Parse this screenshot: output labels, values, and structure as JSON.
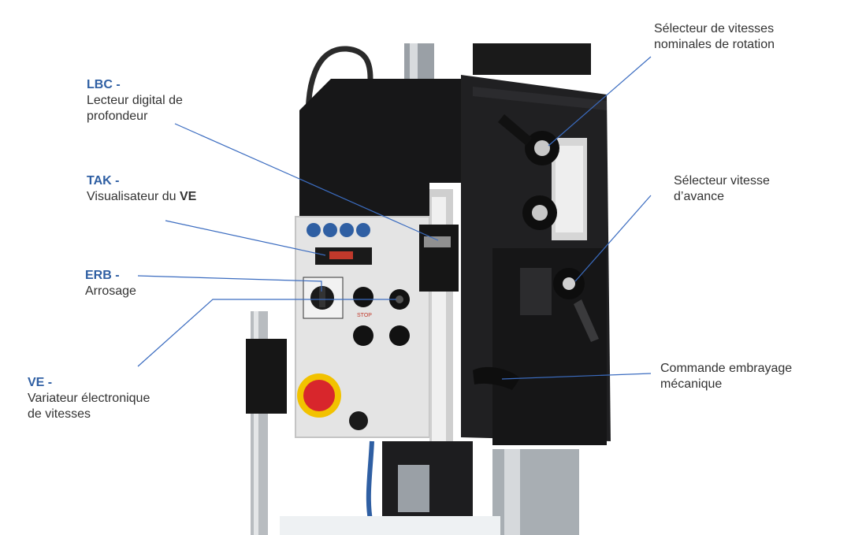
{
  "colors": {
    "code_blue": "#2f5fa3",
    "leader_blue": "#3b6cc0",
    "text": "#333333",
    "machine_dark": "#1d1d1f",
    "panel_grey": "#e6e6e6",
    "estop_red": "#d8262c",
    "estop_yellow": "#f2c200"
  },
  "callouts": {
    "lbc": {
      "code": "LBC -",
      "line1": "Lecteur digital de",
      "line2": "profondeur"
    },
    "tak": {
      "code": "TAK -",
      "text_before": "Visualisateur du ",
      "text_bold": "VE"
    },
    "erb": {
      "code": "ERB -",
      "text": "Arrosage"
    },
    "ve": {
      "code": "VE -",
      "line1": "Variateur électronique",
      "line2": "de vitesses"
    },
    "sel_rot": {
      "line1": "Sélecteur de vitesses",
      "line2": "nominales de rotation"
    },
    "sel_avance": {
      "line1": "Sélecteur vitesse",
      "line2": "d’avance"
    },
    "embrayage": {
      "line1": "Commande embrayage",
      "line2": "mécanique"
    }
  },
  "panel": {
    "stop_text": "STOP"
  }
}
